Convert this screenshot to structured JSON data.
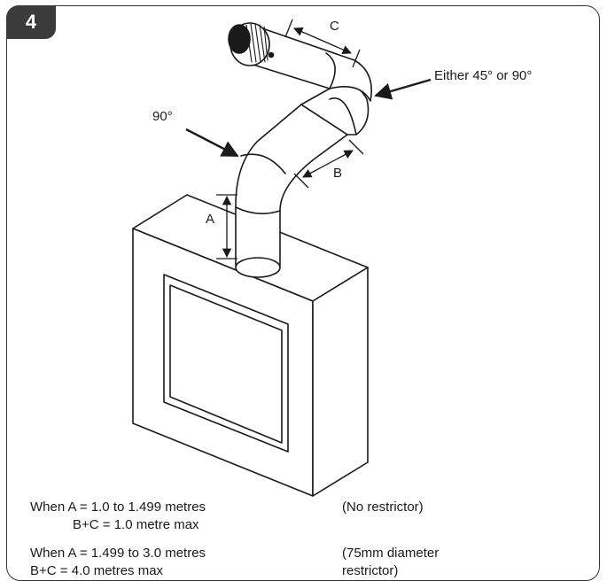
{
  "figure": {
    "number": "4",
    "labels": {
      "a": "A",
      "b": "B",
      "c": "C",
      "elbow_top": "Either 45° or 90°",
      "elbow_bottom": "90°"
    }
  },
  "notes": {
    "rule1": {
      "condition": "When A = 1.0 to 1.499 metres",
      "limit": "B+C = 1.0 metre max",
      "restrictor": "(No restrictor)"
    },
    "rule2": {
      "condition": "When A = 1.499 to 3.0 metres",
      "limit": "B+C = 4.0 metres max",
      "restrictor_line1": "(75mm diameter",
      "restrictor_line2": "restrictor)"
    }
  },
  "colors": {
    "line": "#1a1a1a",
    "badge": "#3b3b3b"
  }
}
